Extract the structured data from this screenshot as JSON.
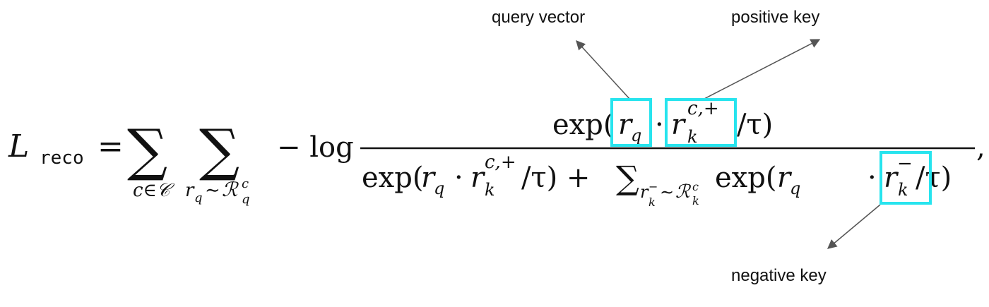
{
  "annotations": {
    "query": "query vector",
    "positive": "positive key",
    "negative": "negative key"
  },
  "colors": {
    "box": "#27e4ee",
    "arrow": "#555555",
    "text": "#111111"
  },
  "equation": {
    "L": "L",
    "reco": "reco",
    "equals": "=",
    "sigma": "∑",
    "sum1_sub": "c∈𝒞",
    "sum2_sub_r": "r",
    "sum2_sub_q": "q",
    "sum2_sub_sim": "∼",
    "sum2_sub_R": "ℛ",
    "sum2_sub_c": "c",
    "neglog": "− log",
    "comma": ",",
    "num": {
      "exp_open": "exp(",
      "r": "r",
      "q": "q",
      "dot": "·",
      "sup": "c,+",
      "k": "k",
      "tail": "/τ)"
    },
    "den": {
      "part1_exp": "exp(",
      "part1_r": "r",
      "part1_q": "q",
      "part1_dot": "·",
      "part1_r2": "r",
      "part1_sup": "c,+",
      "part1_k": "k",
      "part1_tail": "/τ) +",
      "sigma": "∑",
      "sub_r": "r",
      "sub_minus": "−",
      "sub_k": "k",
      "sub_sim": "∼",
      "sub_R": "ℛ",
      "sub_c": "c",
      "sub_kk": "k",
      "part2_exp": "exp(",
      "part2_r": "r",
      "part2_q": "q",
      "part2_dot": "·",
      "part2_r2": "r",
      "part2_minus": "−",
      "part2_k": "k",
      "part2_tail": "/τ)"
    }
  }
}
